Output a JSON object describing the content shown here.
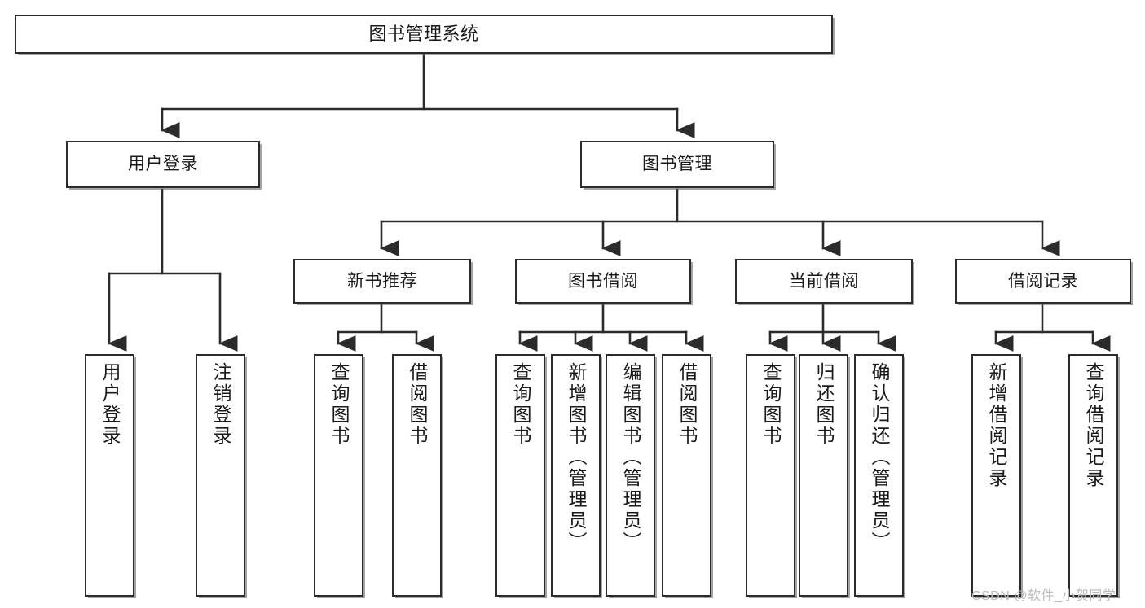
{
  "diagram": {
    "title": "图书管理系统",
    "type": "tree-hierarchy",
    "stroke_color": "#2b2b2b",
    "fill_color": "#ffffff",
    "text_color": "#1a1a1a",
    "nodes": {
      "root": {
        "label": "图书管理系统"
      },
      "level2": [
        {
          "id": "user-login",
          "label": "用户登录"
        },
        {
          "id": "book-manage",
          "label": "图书管理"
        }
      ],
      "level3": [
        {
          "id": "new-book-rec",
          "label": "新书推荐"
        },
        {
          "id": "book-borrow",
          "label": "图书借阅"
        },
        {
          "id": "current-borrow",
          "label": "当前借阅"
        },
        {
          "id": "borrow-record",
          "label": "借阅记录"
        }
      ],
      "leaves": {
        "user_login": [
          {
            "id": "leaf-user-login",
            "label": "用户登录"
          },
          {
            "id": "leaf-logout",
            "label": "注销登录"
          }
        ],
        "new_book_rec": [
          {
            "id": "leaf-query-book-1",
            "label": "查询图书"
          },
          {
            "id": "leaf-borrow-book-1",
            "label": "借阅图书"
          }
        ],
        "book_borrow": [
          {
            "id": "leaf-query-book-2",
            "label": "查询图书"
          },
          {
            "id": "leaf-add-book",
            "label": "新增图书（管理员）"
          },
          {
            "id": "leaf-edit-book",
            "label": "编辑图书（管理员）"
          },
          {
            "id": "leaf-borrow-book-2",
            "label": "借阅图书"
          }
        ],
        "current_borrow": [
          {
            "id": "leaf-query-book-3",
            "label": "查询图书"
          },
          {
            "id": "leaf-return-book",
            "label": "归还图书"
          },
          {
            "id": "leaf-confirm-return",
            "label": "确认归还（管理员）"
          }
        ],
        "borrow_record": [
          {
            "id": "leaf-add-record",
            "label": "新增借阅记录"
          },
          {
            "id": "leaf-query-record",
            "label": "查询借阅记录"
          }
        ]
      }
    }
  },
  "watermark": {
    "text": "CSDN @软件_小贺同学"
  }
}
